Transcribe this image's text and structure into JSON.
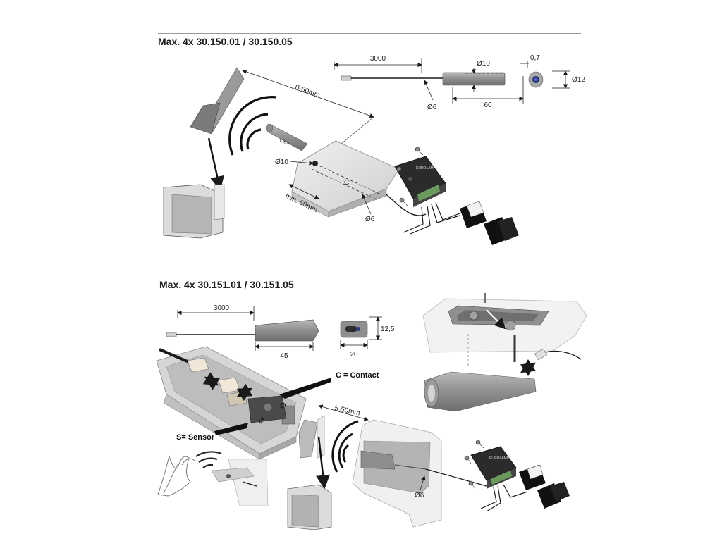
{
  "section1": {
    "title": "Max. 4x  30.150.01 / 30.150.05",
    "dims": {
      "cable_length": "3000",
      "sensor_diameter": "Ø10",
      "face_thickness": "0,7",
      "head_diameter": "Ø12",
      "cable_diameter": "Ø6",
      "sensor_length": "60",
      "range": "0-60mm",
      "hole_diameter": "Ø10",
      "min_depth": "min. 60mm",
      "channel_diameter": "Ø6"
    }
  },
  "section2": {
    "title": "Max. 4x  30.151.01 / 30.151.05",
    "dims": {
      "cable_length": "3000",
      "length": "45",
      "width": "20",
      "height": "12,5",
      "range": "5-50mm",
      "channel_diameter": "Ø6"
    },
    "callouts": {
      "contact": "C = Contact",
      "sensor": "S= Sensor",
      "letter_c": "C",
      "letter_s": "S"
    }
  },
  "colors": {
    "line": "#1a1a1a",
    "sensor_grey": "#8a8a8a",
    "box_light": "#e6e6e6",
    "box_mid": "#c8c8c8",
    "box_dark": "#a9a9a9",
    "driver_black": "#2b2b2b",
    "rule": "#9a9a9a"
  }
}
